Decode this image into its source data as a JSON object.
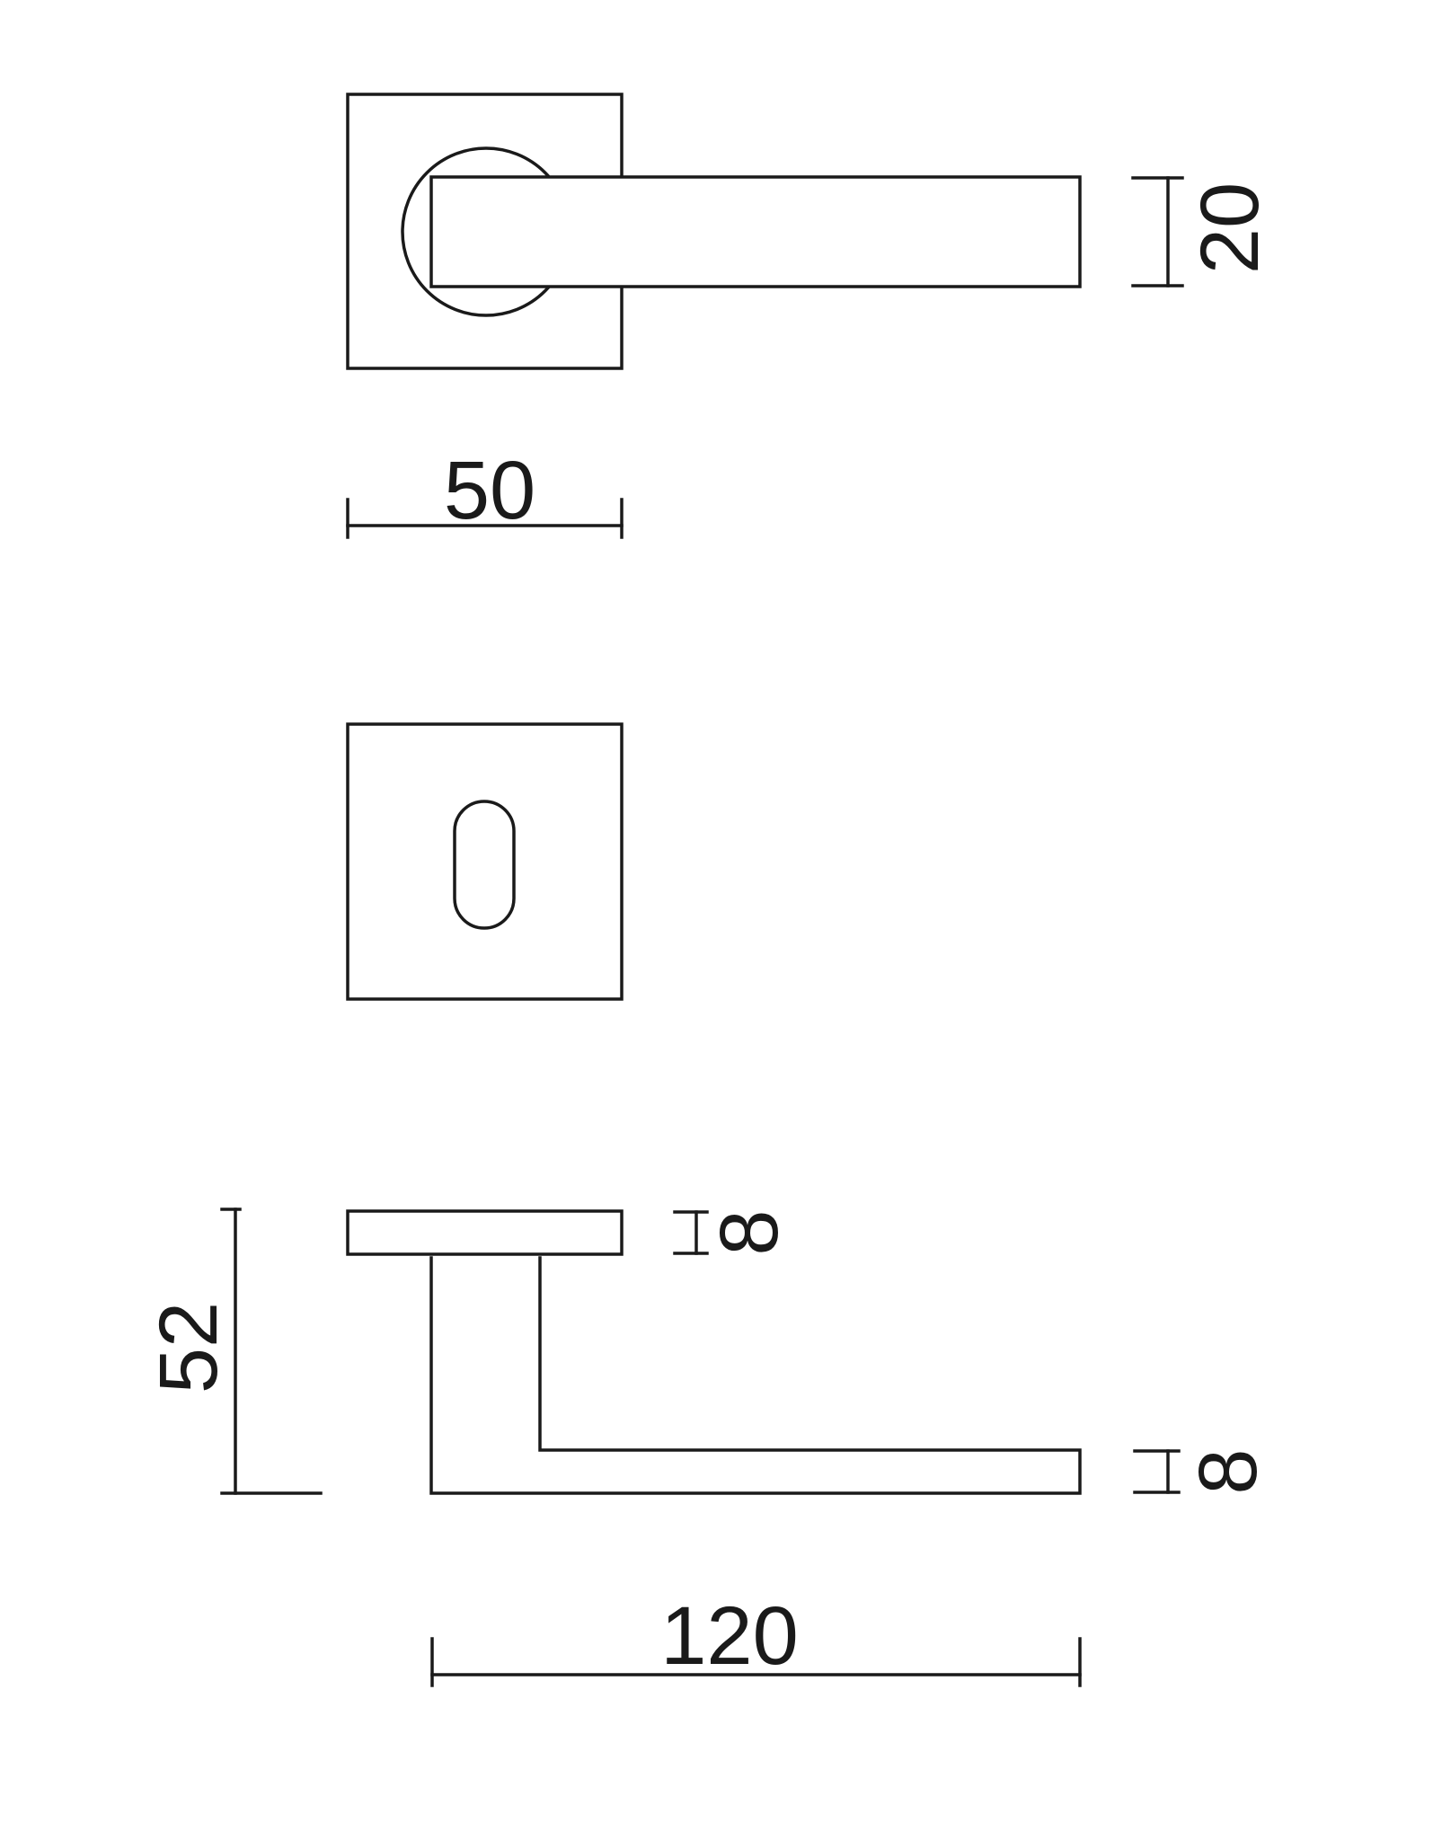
{
  "drawing": {
    "views": [
      "front-view-handle-rose",
      "key-escutcheon-view",
      "side-view-handle"
    ],
    "line_color": "#1a1a1a",
    "background": "#ffffff"
  },
  "dimensions": {
    "rose_width": "50",
    "lever_height": "20",
    "rose_thickness": "8",
    "lever_thickness": "8",
    "projection": "52",
    "lever_length": "120"
  }
}
